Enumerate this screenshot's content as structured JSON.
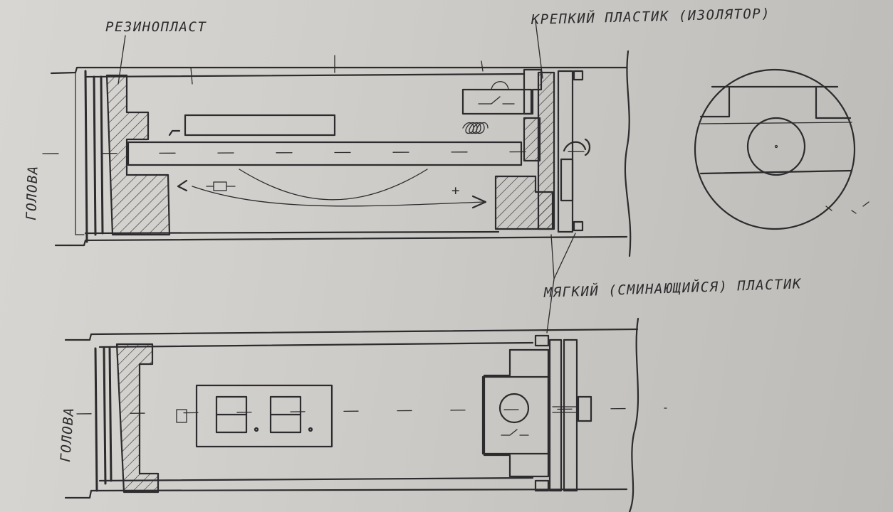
{
  "labels": {
    "rubber_plastic": "РЕЗИНОПЛАСТ",
    "hard_plastic": "КРЕПКИЙ ПЛАСТИК (ИЗОЛЯТОР)",
    "soft_plastic": "МЯГКИЙ (СМИНАЮЩИЙСЯ) ПЛАСТИК",
    "head_top": "ГОЛОВА",
    "head_bottom": "ГОЛОВА",
    "plus_sign": "+"
  },
  "colors": {
    "ink": "#2c2b2d",
    "paper": "#d1cfcb"
  }
}
